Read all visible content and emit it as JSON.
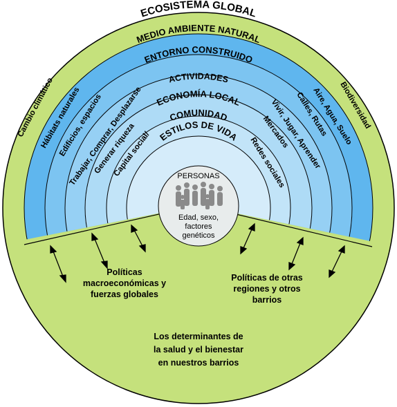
{
  "rings": {
    "ecosistema": "ECOSISTEMA GLOBAL",
    "medio": "MEDIO AMBIENTE NATURAL",
    "entorno": "ENTORNO CONSTRUIDO",
    "actividades": "ACTIVIDADES",
    "economia": "ECONOMÍA LOCAL",
    "comunidad": "COMUNIDAD",
    "estilos": "ESTILOS DE VIDA"
  },
  "left_labels": {
    "cambio": "Cambio climático",
    "habitats": "Hábitats naturales",
    "edificios": "Edificios, espacios",
    "trabajar": "Trabajar, Comprar, Desplazarse",
    "generar": "Generar riqueza",
    "capital": "Capital social/"
  },
  "right_labels": {
    "biodiversidad": "Biodiversidad",
    "aire": "Aire, Agua, Suelo",
    "calles": "Calles, Rutas",
    "vivir": "Vivir, Jugar, Aprender",
    "mercados": "Mercados",
    "redes": "Redes sociales"
  },
  "center": {
    "title": "PERSONAS",
    "line1": "Edad, sexo,",
    "line2": "factores",
    "line3": "genéticos"
  },
  "policies_left": [
    "Políticas",
    "macroeconómicas y",
    "fuerzas globales"
  ],
  "policies_right": [
    "Políticas de otras",
    "regiones y otros",
    "barrios"
  ],
  "footer": [
    "Los determinantes de",
    "la salud y el bienestar",
    "en nuestros barrios"
  ],
  "colors": {
    "outer_green": "#c5e17c",
    "blue_1": "#5fb6ee",
    "blue_2": "#7cc4f1",
    "blue_3": "#96d0f4",
    "blue_4": "#aedbf6",
    "blue_5": "#c2e4f8",
    "blue_6": "#d5ecfa",
    "center_fill": "#e8ecec"
  }
}
